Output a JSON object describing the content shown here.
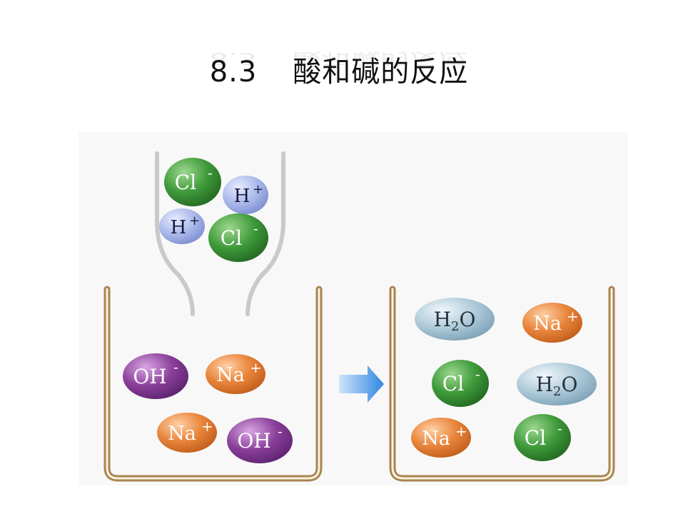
{
  "title": {
    "number": "8.3",
    "text": "酸和碱的反应"
  },
  "ions": {
    "cl": "Cl",
    "h": "H",
    "oh": "OH",
    "na": "Na",
    "h2o_h": "H",
    "h2o_sub": "2",
    "h2o_o": "O",
    "plus": "+",
    "minus": "-"
  },
  "colors": {
    "chloride": "#3f9a3a",
    "hydrogen": "#a7b6ea",
    "hydroxide": "#8a3f9a",
    "sodium": "#e8843a",
    "water": "#a9c6d6",
    "beaker": "#a88550",
    "arrow": "#3a8ee6"
  }
}
